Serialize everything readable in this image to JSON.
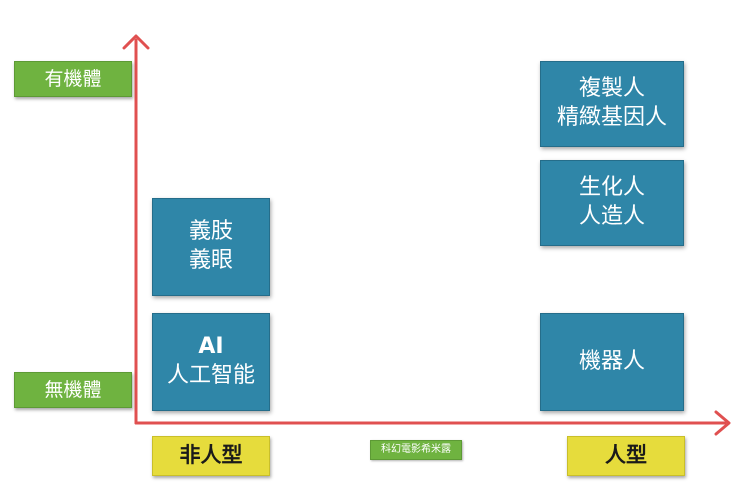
{
  "y_labels": {
    "top": "有機體",
    "bottom": "無機體"
  },
  "x_labels": {
    "left": "非人型",
    "right": "人型"
  },
  "footer_note": "科幻電影希米露",
  "boxes": {
    "prosthetics": {
      "line1": "義肢",
      "line2": "義眼"
    },
    "ai": {
      "line1": "AI",
      "line2": "人工智能"
    },
    "replicant": {
      "line1": "複製人",
      "line2": "精緻基因人"
    },
    "biochemical": {
      "line1": "生化人",
      "line2": "人造人"
    },
    "robot": {
      "line1": "機器人"
    }
  },
  "colors": {
    "axis": "#e05050",
    "box": "#2f86a8",
    "green_label": "#6fb340",
    "yellow_label": "#e6dc3c"
  }
}
